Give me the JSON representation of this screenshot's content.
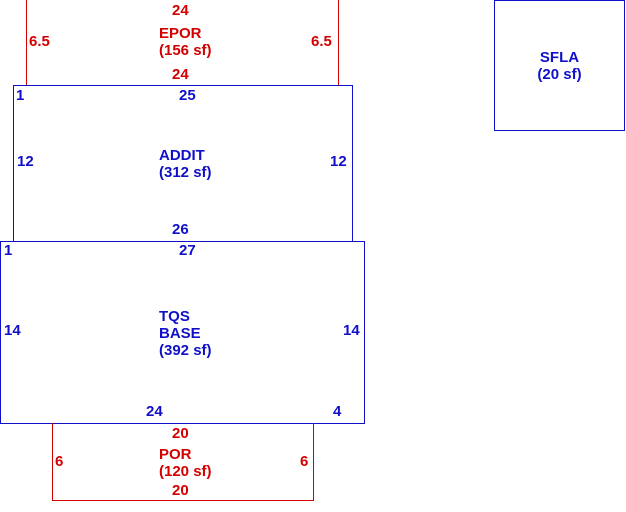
{
  "epor": {
    "name": "EPOR",
    "area": "(156 sf)",
    "top": "24",
    "bottom": "24",
    "left": "6.5",
    "right": "6.5"
  },
  "addit": {
    "name": "ADDIT",
    "area": "(312 sf)",
    "top": "25",
    "bottom": "26",
    "left": "12",
    "right": "12",
    "corner": "1"
  },
  "base": {
    "name_line1": "TQS",
    "name_line2": "BASE",
    "area": "(392 sf)",
    "top": "27",
    "bottom": "24",
    "bottom_right": "4",
    "left": "14",
    "right": "14",
    "corner": "1"
  },
  "por": {
    "name": "POR",
    "area": "(120 sf)",
    "top": "20",
    "bottom": "20",
    "left": "6",
    "right": "6"
  },
  "sfla": {
    "name": "SFLA",
    "area": "(20 sf)"
  },
  "colors": {
    "porch": "#d40000",
    "living": "#1010c8"
  }
}
